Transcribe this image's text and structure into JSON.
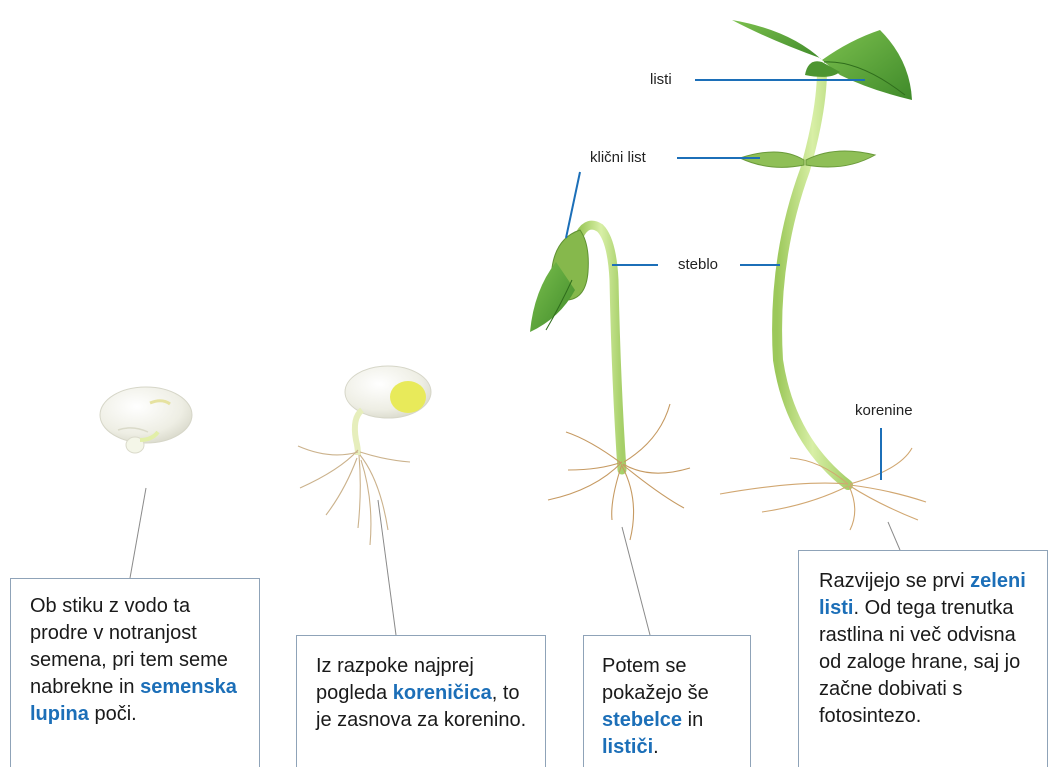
{
  "labels": {
    "listi": "listi",
    "klicni_list": "klični list",
    "steblo": "steblo",
    "korenine": "korenine"
  },
  "captions": [
    {
      "pre": "Ob stiku z vodo ta prodre v notranjost semena, pri tem seme nabrekne in ",
      "highlight": "semenska lupina",
      "post": " poči."
    },
    {
      "pre": "Iz razpoke najprej pogleda ",
      "highlight": "koreničica",
      "post": ", to je zasnova za korenino."
    },
    {
      "pre": "Potem se pokažejo še ",
      "highlight": "stebelce",
      "mid": " in ",
      "highlight2": "lističi",
      "post": "."
    },
    {
      "pre": "Razvijejo se prvi ",
      "highlight": "zeleni listi",
      "post": ". Od tega trenutka rastlina ni več odvisna od zaloge hrane, saj jo začne dobivati s fotosintezo."
    }
  ],
  "colors": {
    "highlight": "#1c6fb8",
    "leader": "#1c6fb8",
    "box_border": "#8fa3b8",
    "leaf": "#5aa43a",
    "stem": "#b8dc7c",
    "root": "#c9a26a",
    "seed": "#f2f2ea"
  }
}
